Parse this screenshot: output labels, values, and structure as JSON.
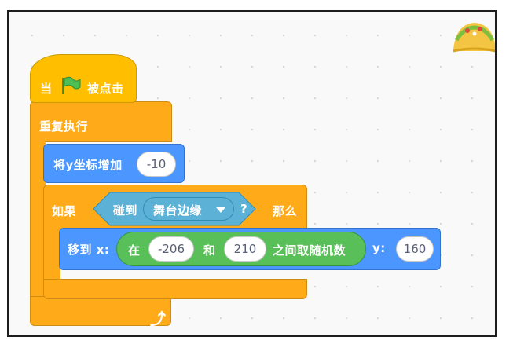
{
  "event_block": {
    "label_prefix": "当",
    "label_suffix": "被点击",
    "flag_icon": "green-flag-icon"
  },
  "forever_block": {
    "label": "重复执行",
    "loop_icon": "loop-arrow-icon"
  },
  "change_y_block": {
    "label": "将y坐标增加",
    "value": "-10"
  },
  "if_block": {
    "label_if": "如果",
    "label_then": "那么",
    "condition": {
      "label": "碰到",
      "menu_value": "舞台边缘",
      "suffix": "?"
    }
  },
  "goto_block": {
    "label_x": "移到 x:",
    "label_y": "y:",
    "y_value": "160",
    "random": {
      "label_from": "在",
      "from": "-206",
      "label_and": "和",
      "to": "210",
      "label_suffix": "之间取随机数"
    }
  },
  "colors": {
    "events": "#ffbf00",
    "control": "#ffab19",
    "motion": "#4c97ff",
    "operators": "#59c059",
    "sensing": "#5cb1d6"
  }
}
